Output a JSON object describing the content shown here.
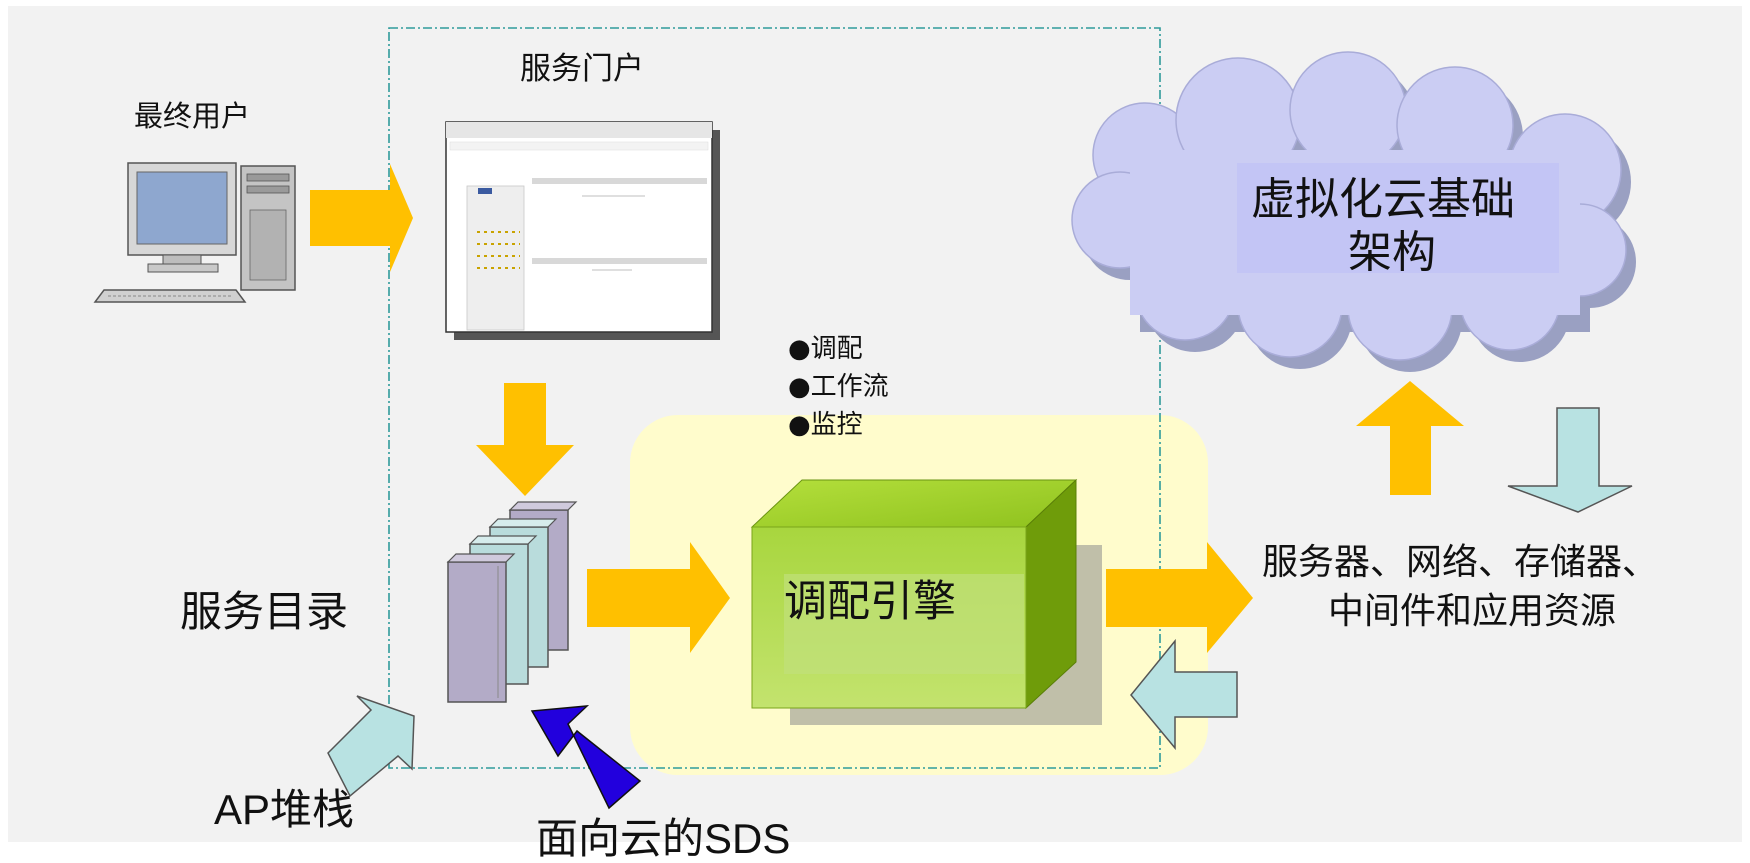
{
  "labels": {
    "end_user": "最终用户",
    "service_portal": "服务门户",
    "service_catalog": "服务目录",
    "ap_stack": "AP堆栈",
    "cloud_sds": "面向云的SDS",
    "orchestration_engine": "调配引擎",
    "cloud_infra_line1": "虚拟化云基础",
    "cloud_infra_line2": "架构",
    "resources_line1": "服务器、网络、存储器、",
    "resources_line2": "中间件和应用资源"
  },
  "engine_features": [
    "●调配",
    "●工作流",
    "●监控"
  ],
  "colors": {
    "background": "#f2f2f2",
    "engine_zone": "#fffccc",
    "engine_front": "#b5dc4c",
    "engine_top": "#9dcc28",
    "engine_side": "#6f9c0a",
    "cloud_fill": "#cbcdf3",
    "cloud_label_bg": "#c3c5f5",
    "arrow_yellow": "#ffc000",
    "arrow_lightblue": "#b8e2e2",
    "arrow_blue": "#2200dd",
    "dash_border": "#2f9b9b"
  }
}
